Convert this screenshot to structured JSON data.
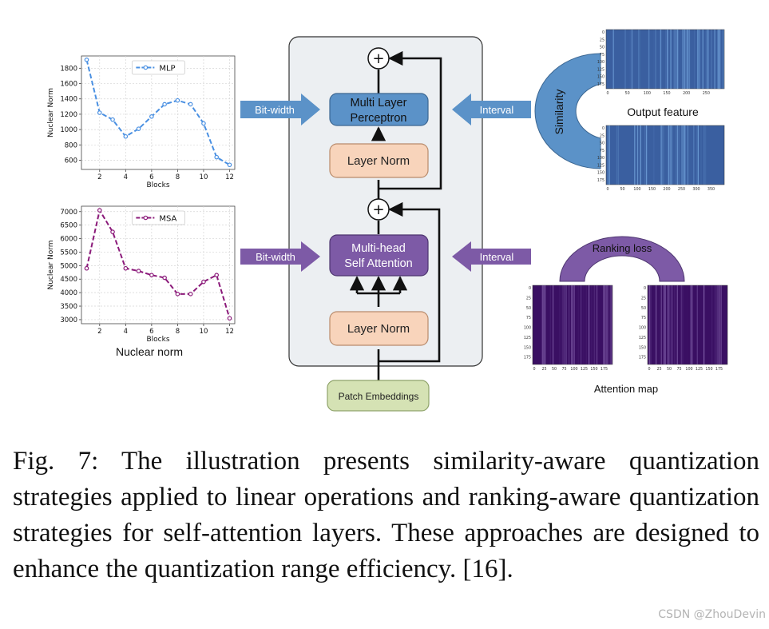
{
  "center": {
    "patch_embeddings": "Patch Embeddings",
    "layer_norm_bottom": "Layer Norm",
    "msa_line1": "Multi-head",
    "msa_line2": "Self Attention",
    "layer_norm_top": "Layer Norm",
    "mlp_line1": "Multi Layer",
    "mlp_line2": "Perceptron",
    "plus": "+"
  },
  "arrows": {
    "bitwidth_top": "Bit-width",
    "bitwidth_bottom": "Bit-width",
    "interval_top": "Interval",
    "interval_bottom": "Interval"
  },
  "right": {
    "similarity": "Similarity",
    "output_feature": "Output feature",
    "ranking_loss": "Ranking loss",
    "attention_map": "Attention map"
  },
  "heatmaps": {
    "output_top": {
      "yticks": [
        "0",
        "25",
        "50",
        "75",
        "100",
        "125",
        "150",
        "175"
      ],
      "xticks": [
        "0",
        "50",
        "100",
        "150",
        "200",
        "250"
      ]
    },
    "output_bottom": {
      "yticks": [
        "0",
        "25",
        "50",
        "75",
        "100",
        "125",
        "150",
        "175"
      ],
      "xticks": [
        "0",
        "50",
        "100",
        "150",
        "200",
        "250",
        "300",
        "350"
      ]
    },
    "attn_left": {
      "yticks": [
        "0",
        "25",
        "50",
        "75",
        "100",
        "125",
        "150",
        "175"
      ],
      "xticks": [
        "0",
        "25",
        "50",
        "75",
        "100",
        "125",
        "150",
        "175"
      ]
    },
    "attn_right": {
      "yticks": [
        "0",
        "25",
        "50",
        "75",
        "100",
        "125",
        "150",
        "175"
      ],
      "xticks": [
        "0",
        "25",
        "50",
        "75",
        "100",
        "125",
        "150",
        "175"
      ]
    }
  },
  "chart_data": [
    {
      "type": "line",
      "series": [
        {
          "name": "MLP",
          "color": "#4a90e2",
          "style": "dashed",
          "values": [
            1910,
            1220,
            1130,
            910,
            1010,
            1170,
            1330,
            1380,
            1330,
            1080,
            640,
            540
          ]
        }
      ],
      "x": [
        1,
        2,
        3,
        4,
        5,
        6,
        7,
        8,
        9,
        10,
        11,
        12
      ],
      "xlabel": "Blocks",
      "ylabel": "Nuclear Norm",
      "xticks": [
        2,
        4,
        6,
        8,
        10,
        12
      ],
      "yticks": [
        600,
        800,
        1000,
        1200,
        1400,
        1600,
        1800
      ],
      "xlim": [
        0.6,
        12.4
      ],
      "ylim": [
        480,
        1960
      ],
      "grid": true,
      "legend": "top-center"
    },
    {
      "type": "line",
      "series": [
        {
          "name": "MSA",
          "color": "#8b1a7a",
          "style": "dashed",
          "values": [
            4900,
            7050,
            6250,
            4900,
            4800,
            4650,
            4550,
            3950,
            3950,
            4400,
            4650,
            3050
          ]
        }
      ],
      "x": [
        1,
        2,
        3,
        4,
        5,
        6,
        7,
        8,
        9,
        10,
        11,
        12
      ],
      "xlabel": "Blocks",
      "ylabel": "Nuclear Norm",
      "xticks": [
        2,
        4,
        6,
        8,
        10,
        12
      ],
      "yticks": [
        3000,
        3500,
        4000,
        4500,
        5000,
        5500,
        6000,
        6500,
        7000
      ],
      "xlim": [
        0.6,
        12.4
      ],
      "ylim": [
        2850,
        7200
      ],
      "grid": true,
      "legend": "top-center"
    }
  ],
  "left_caption": "Nuclear norm",
  "caption": "Fig. 7: The illustration presents similarity-aware quantization strategies applied to linear operations and ranking-aware quantization strategies for self-attention layers. These approaches are designed to enhance the quantization range efficiency. [16].",
  "watermark": "CSDN @ZhouDevin"
}
